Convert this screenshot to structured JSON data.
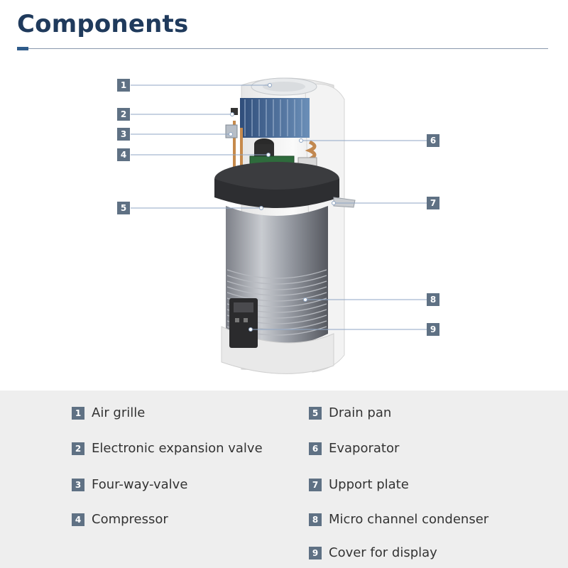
{
  "title": "Components",
  "components": [
    {
      "num": "1",
      "label": "Air grille"
    },
    {
      "num": "2",
      "label": "Electronic expansion valve"
    },
    {
      "num": "3",
      "label": "Four-way-valve"
    },
    {
      "num": "4",
      "label": "Compressor"
    },
    {
      "num": "5",
      "label": "Drain pan"
    },
    {
      "num": "6",
      "label": "Evaporator"
    },
    {
      "num": "7",
      "label": "Upport plate"
    },
    {
      "num": "8",
      "label": "Micro channel condenser"
    },
    {
      "num": "9",
      "label": "Cover for display"
    }
  ],
  "colors": {
    "title": "#1f3a5c",
    "badge": "#5f7184",
    "legend_bg": "#eeeeee",
    "leader": "#8fa6c4"
  }
}
